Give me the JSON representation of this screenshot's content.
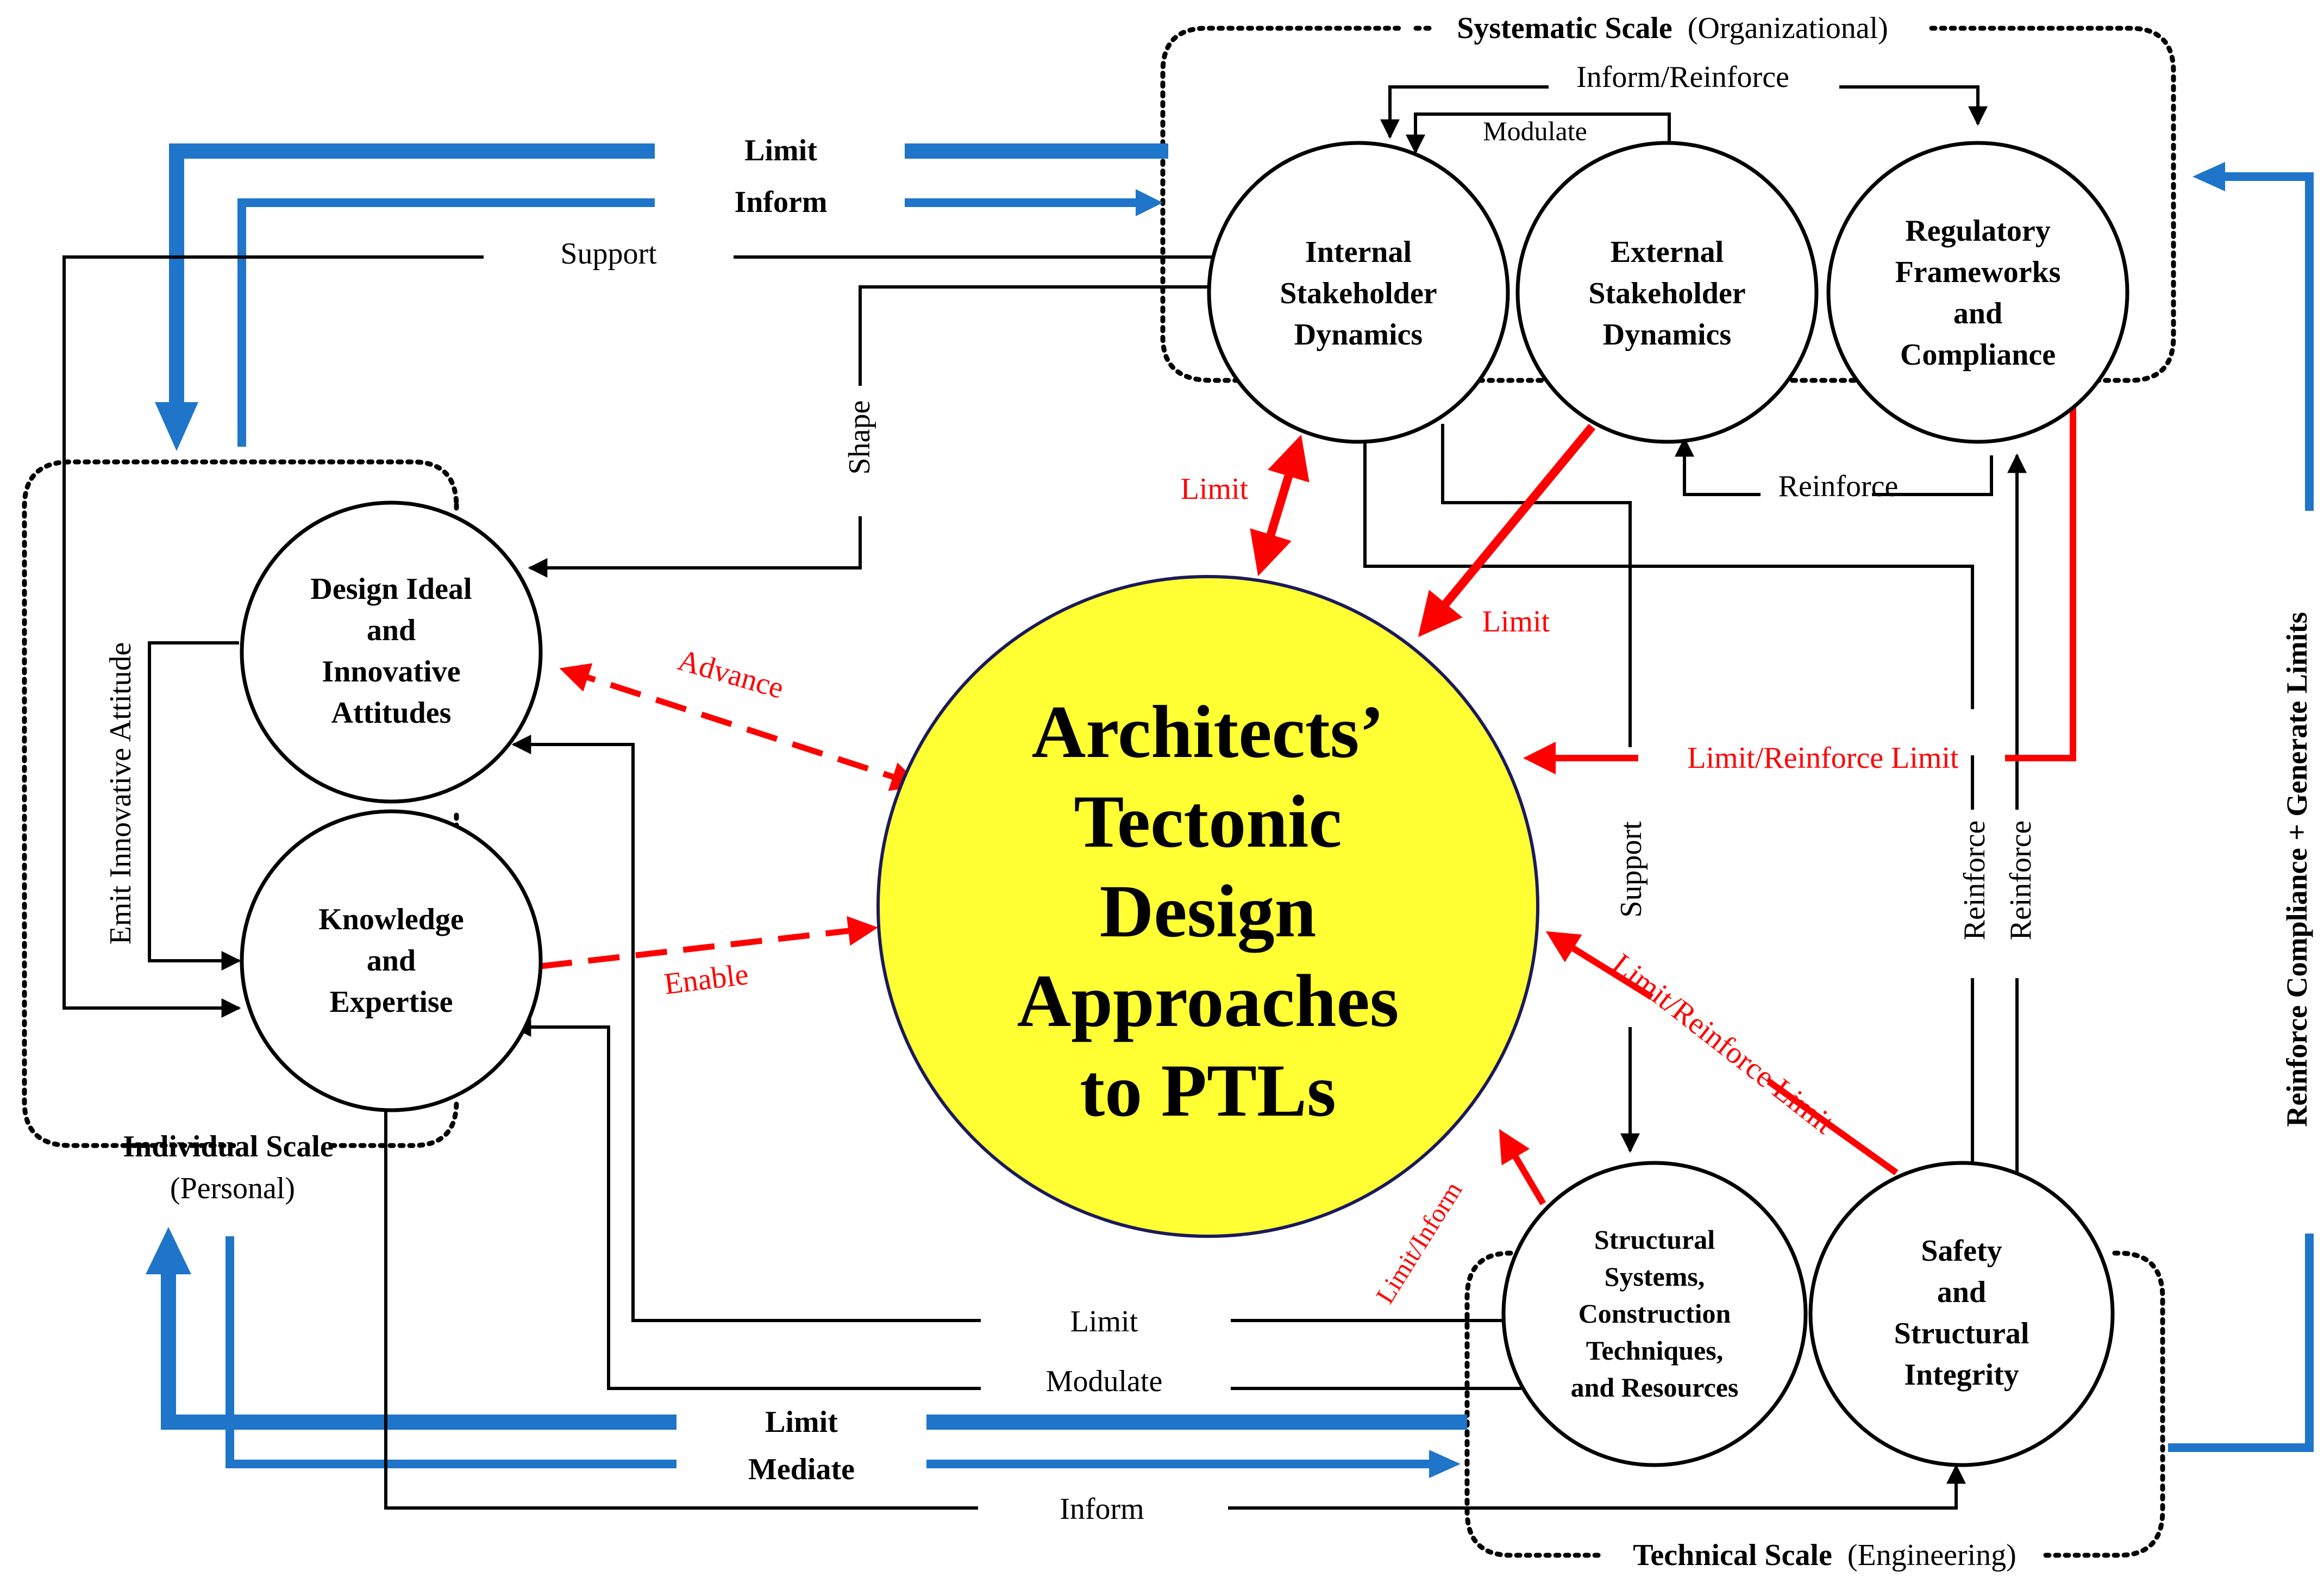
{
  "scales": {
    "systematic": {
      "title": "Systematic Scale",
      "subtitle": "(Organizational)"
    },
    "individual": {
      "title": "Individual Scale",
      "subtitle": "(Personal)"
    },
    "technical": {
      "title": "Technical Scale",
      "subtitle": "(Engineering)"
    }
  },
  "center": {
    "lines": [
      "Architects’",
      "Tectonic",
      "Design",
      "Approaches",
      "to PTLs"
    ],
    "fill": "#ffff33"
  },
  "nodes": {
    "internal": [
      "Internal",
      "Stakeholder",
      "Dynamics"
    ],
    "external": [
      "External",
      "Stakeholder",
      "Dynamics"
    ],
    "regulatory": [
      "Regulatory",
      "Frameworks",
      "and",
      "Compliance"
    ],
    "design_ideal": [
      "Design Ideal",
      "and",
      "Innovative",
      "Attitudes"
    ],
    "knowledge": [
      "Knowledge",
      "and",
      "Expertise"
    ],
    "structural": [
      "Structural",
      "Systems,",
      "Construction",
      "Techniques,",
      "and Resources"
    ],
    "safety": [
      "Safety",
      "and",
      "Structural",
      "Integrity"
    ]
  },
  "labels": {
    "limit_top": "Limit",
    "inform_top": "Inform",
    "support_top": "Support",
    "shape": "Shape",
    "inform_reinforce": "Inform/Reinforce",
    "modulate_top": "Modulate",
    "reinforce_mid": "Reinforce",
    "limit_red_left": "Limit",
    "limit_red_right": "Limit",
    "advance": "Advance",
    "enable": "Enable",
    "limit_reinforce_limit_h": "Limit/Reinforce Limit",
    "limit_reinforce_limit_d": "Limit/Reinforce Limit",
    "support_v": "Support",
    "reinforce_v1": "Reinforce",
    "reinforce_v2": "Reinforce",
    "emit_innovative": "Emit Innovative Attitude",
    "limit_inform_red": "Limit/Inform",
    "limit_bottom": "Limit",
    "modulate_bottom": "Modulate",
    "limit_blue_bottom": "Limit",
    "mediate": "Mediate",
    "inform_bottom": "Inform",
    "right_vertical": "Reinforce Compliance + Generate Limits"
  },
  "colors": {
    "blue": "#1f75c9",
    "red": "#ff0000",
    "black": "#000000"
  }
}
